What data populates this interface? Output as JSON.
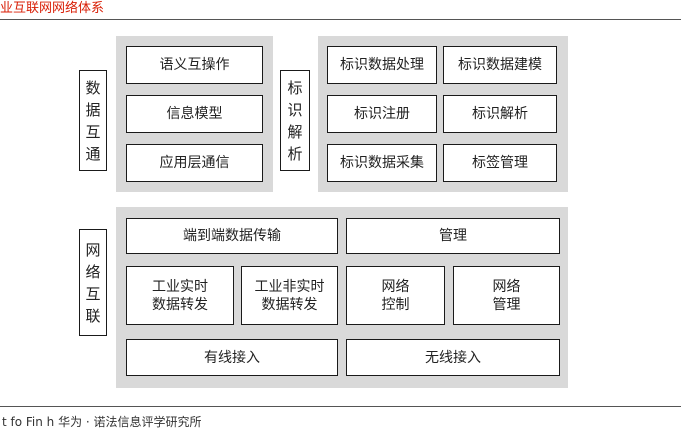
{
  "header": {
    "title": "业互联网网络体系"
  },
  "data_interop": {
    "side_label": "数\n据\n互\n通",
    "items": [
      "语义互操作",
      "信息模型",
      "应用层通信"
    ]
  },
  "identifier_resolution": {
    "side_label": "标\n识\n解\n析",
    "items": [
      "标识数据处理",
      "标识数据建模",
      "标识注册",
      "标识解析",
      "标识数据采集",
      "标签管理"
    ]
  },
  "network_interconnect": {
    "side_label": "网\n络\n互\n联",
    "end_to_end": "端到端数据传输",
    "management": "管理",
    "industrial_realtime": "工业实时\n数据转发",
    "industrial_nonrealtime": "工业非实时\n数据转发",
    "network_control": "网络\n控制",
    "network_management": "网络\n管理",
    "wired_access": "有线接入",
    "wireless_access": "无线接入"
  },
  "footer": {
    "source_text": "t fo Fin h 华为 · 诺法信息评学研究所"
  }
}
